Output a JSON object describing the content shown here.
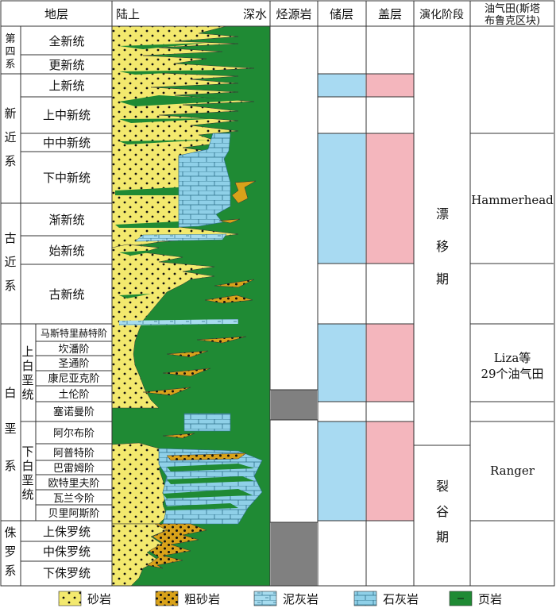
{
  "header": {
    "strata": "地层",
    "land": "陆上",
    "deep": "深水",
    "source": "烃源岩",
    "reservoir": "储层",
    "seal": "盖层",
    "stage": "演化阶段",
    "field_line1": "油气田(斯塔",
    "field_line2": "布鲁克区块)"
  },
  "systems": {
    "quaternary": [
      "第",
      "四",
      "系"
    ],
    "neogene": [
      "新",
      "近",
      "系"
    ],
    "paleogene": [
      "古",
      "近",
      "系"
    ],
    "cretaceous": [
      "白",
      "垩",
      "系"
    ],
    "jurassic": [
      "侏",
      "罗",
      "系"
    ]
  },
  "subseries": {
    "upper_cretaceous": [
      "上",
      "白",
      "垩",
      "统"
    ],
    "lower_cretaceous": [
      "下",
      "白",
      "垩",
      "统"
    ]
  },
  "series": [
    "全新统",
    "更新统",
    "上新统",
    "上中新统",
    "中中新统",
    "下中新统",
    "渐新统",
    "始新统",
    "古新统",
    "马斯特里赫特阶",
    "坎潘阶",
    "圣通阶",
    "康尼亚克阶",
    "土伦阶",
    "塞诺曼阶",
    "阿尔布阶",
    "阿普特阶",
    "巴雷姆阶",
    "欧特里夫阶",
    "瓦兰今阶",
    "贝里阿斯阶",
    "上侏罗统",
    "中侏罗统",
    "下侏罗统"
  ],
  "stages": {
    "drift": [
      "漂",
      "移",
      "期"
    ],
    "rift": [
      "裂",
      "谷",
      "期"
    ]
  },
  "fields": {
    "hammerhead": "Hammerhead",
    "liza_line1": "Liza等",
    "liza_line2": "29个油气田",
    "ranger": "Ranger"
  },
  "legend": {
    "sandstone": "砂岩",
    "coarse": "粗砂岩",
    "marl": "泥灰岩",
    "limestone": "石灰岩",
    "shale": "页岩"
  },
  "colors": {
    "sand": "#f3e96e",
    "coarse": "#d9a21a",
    "shale": "#1f8a34",
    "limestone": "#8fd0e8",
    "reservoir": "#a8daf2",
    "seal": "#f4b6bd",
    "source": "#808080"
  }
}
